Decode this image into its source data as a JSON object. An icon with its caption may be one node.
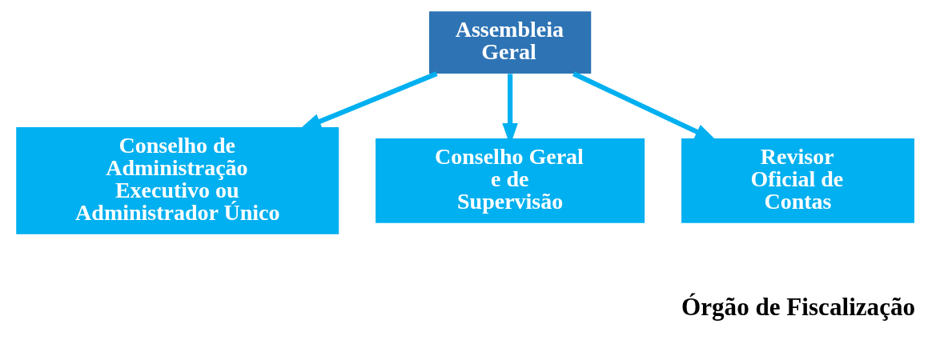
{
  "diagram": {
    "nodes": [
      {
        "text": [
          "Assembleia Geral"
        ]
      },
      {
        "text": [
          "Conselho de Administração Executivo ou Administrador Único"
        ]
      },
      {
        "text": [
          "Conselho Geral e de Supervisão"
        ]
      },
      {
        "text": [
          "Revisor Oficial de Contas"
        ]
      }
    ],
    "edges": [
      {
        "from": 0,
        "to": 1,
        "arrow": "to"
      },
      {
        "from": 0,
        "to": 2,
        "arrow": "to"
      },
      {
        "from": 0,
        "to": 3,
        "arrow": "to"
      }
    ],
    "labels": [
      "Órgão de Fiscalização"
    ]
  }
}
